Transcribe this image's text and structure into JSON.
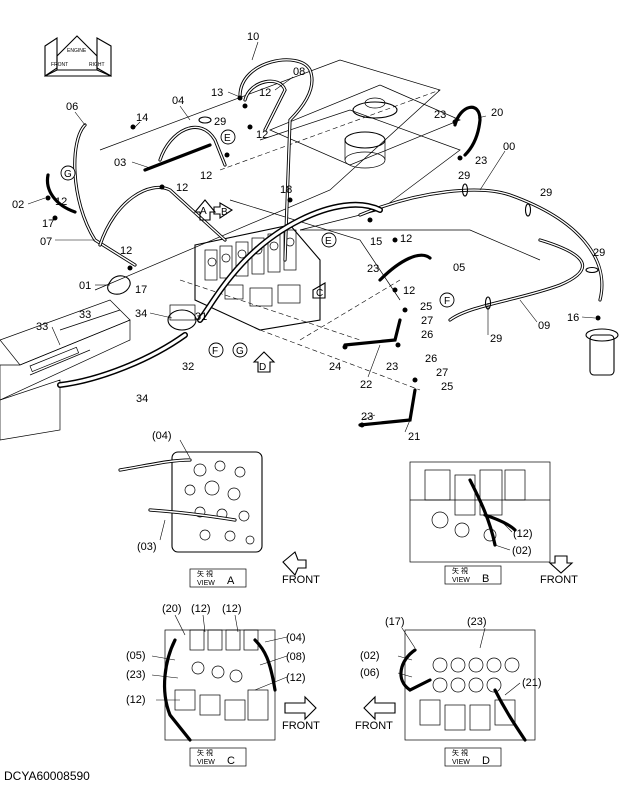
{
  "main_labels": {
    "l10": "10",
    "l08": "08",
    "l13": "13",
    "l12a": "12",
    "l06": "06",
    "l04": "04",
    "l14": "14",
    "l29a": "29",
    "l12b": "12",
    "l23a": "23",
    "l20": "20",
    "l00": "00",
    "l03": "03",
    "l12c": "12",
    "l23b": "23",
    "lG1": "G",
    "l12d": "12",
    "l18": "18",
    "l29b": "29",
    "l29c": "29",
    "l02": "02",
    "l12e": "12",
    "l17a": "17",
    "l07": "07",
    "l15": "15",
    "l12f": "12",
    "l12g": "12",
    "l05": "05",
    "l23c": "23",
    "l12h": "12",
    "l29d": "29",
    "l01": "01",
    "l17b": "17",
    "l25a": "25",
    "l33a": "33",
    "l33b": "33",
    "l34a": "34",
    "l31": "31",
    "l27a": "27",
    "l26a": "26",
    "l16": "16",
    "l09": "09",
    "l29e": "29",
    "l24": "24",
    "l22": "22",
    "l23d": "23",
    "l26b": "26",
    "l27b": "27",
    "l25b": "25",
    "l32": "32",
    "l34b": "34",
    "l23e": "23",
    "l21": "21"
  },
  "markers": {
    "E1": "E",
    "E2": "E",
    "A": "A",
    "B": "B",
    "C": "C",
    "D": "D",
    "F1": "F",
    "F2": "F",
    "G1": "G",
    "G2": "G"
  },
  "orientation_stamp": {
    "top": "ENGINE",
    "left": "FRONT",
    "right": "RIGHT"
  },
  "views": {
    "A": {
      "cn": "矢 視",
      "label": "VIEW",
      "letter": "A",
      "front": "FRONT",
      "callouts": [
        "(04)",
        "(03)"
      ]
    },
    "B": {
      "cn": "矢 視",
      "label": "VIEW",
      "letter": "B",
      "front": "FRONT",
      "callouts": [
        "(12)",
        "(02)"
      ]
    },
    "C": {
      "cn": "矢 視",
      "label": "VIEW",
      "letter": "C",
      "front": "FRONT",
      "callouts": [
        "(20)",
        "(12)",
        "(12)",
        "(04)",
        "(05)",
        "(08)",
        "(23)",
        "(12)",
        "(12)"
      ]
    },
    "D": {
      "cn": "矢 視",
      "label": "VIEW",
      "letter": "D",
      "front": "FRONT",
      "callouts": [
        "(17)",
        "(23)",
        "(02)",
        "(06)",
        "(21)"
      ]
    }
  },
  "doc_id": "DCYA60008590"
}
